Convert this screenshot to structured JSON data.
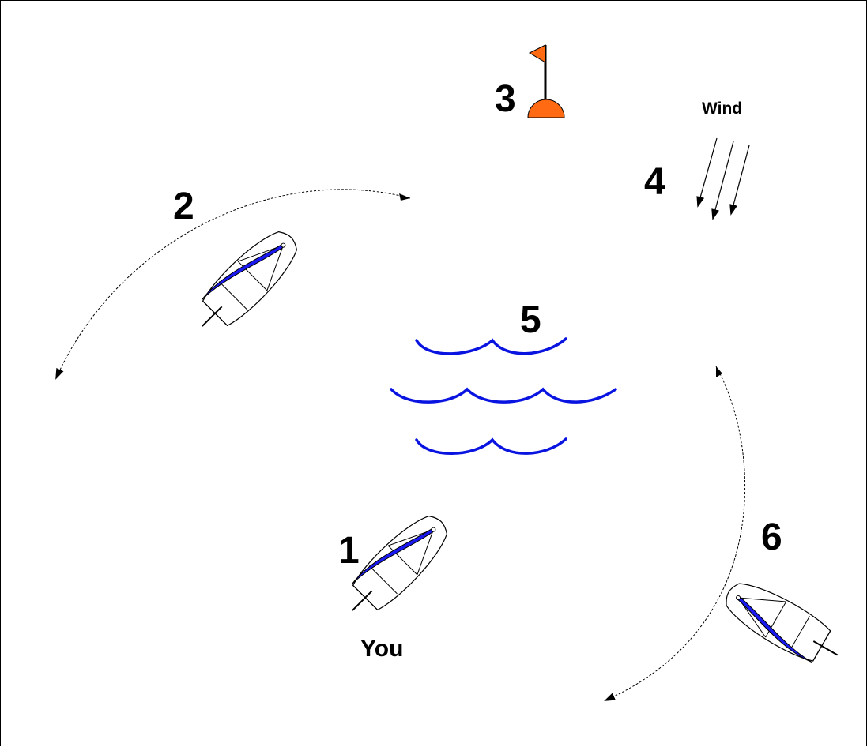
{
  "labels": {
    "n1": "1",
    "n2": "2",
    "n3": "3",
    "n4": "4",
    "n5": "5",
    "n6": "6",
    "you": "You",
    "wind": "Wind"
  },
  "colors": {
    "sail": "#1a1af0",
    "water": "#0a14e0",
    "buoy": "#ff6a13",
    "line": "#000000"
  },
  "icons": {
    "boat": "sailboat-icon",
    "buoy": "flag-buoy-icon",
    "waves": "waves-icon",
    "wind": "wind-arrows-icon"
  }
}
